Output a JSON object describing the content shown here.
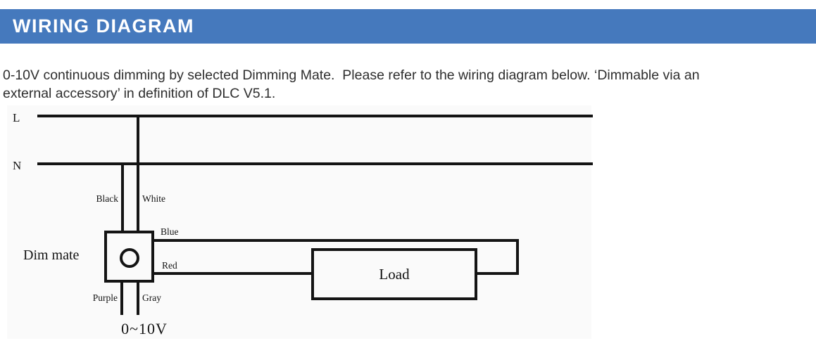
{
  "header": {
    "title": "WIRING DIAGRAM",
    "bg_color": "#4579bd"
  },
  "description": "0-10V continuous dimming by selected Dimming Mate.  Please refer to the wiring diagram below. ‘Dimmable via an\nexternal accessory’ in definition of DLC V5.1.",
  "diagram": {
    "labels": {
      "live": "L",
      "neutral": "N",
      "black": "Black",
      "white": "White",
      "blue": "Blue",
      "red": "Red",
      "purple": "Purple",
      "gray": "Gray",
      "dim_mate": "Dim mate",
      "load": "Load",
      "signal": "0~10V"
    },
    "line_color": "#141414"
  }
}
